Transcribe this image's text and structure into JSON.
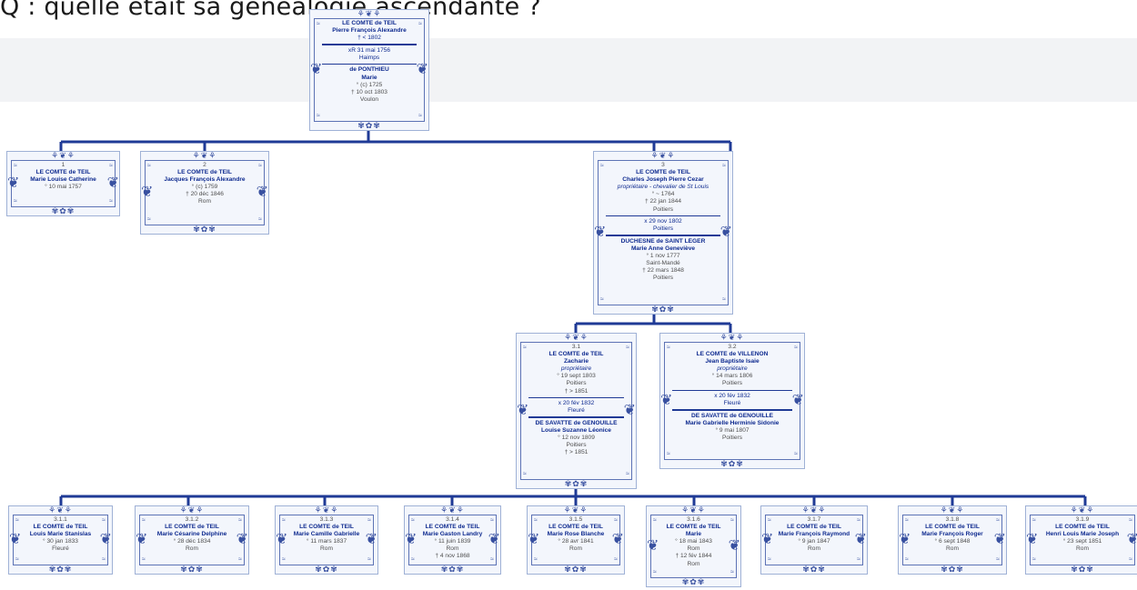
{
  "page": {
    "heading": "Q : quelle était sa généalogie ascendante ?"
  },
  "accent": "#1f3a96",
  "ornaments": {
    "top": "⚘❦⚘",
    "bottom": "✾✿✾",
    "side": "❦",
    "corner": "≈"
  },
  "root": {
    "surname": "LE COMTE de TEIL",
    "given": "Pierre François Alexandre",
    "death": "† < 1802",
    "marriage": [
      "xR 31 mai 1756",
      "Haimps"
    ],
    "spouse_surname": "de PONTHIEU",
    "spouse_given": "Marie",
    "spouse_details": [
      "° (c) 1725",
      "† 10 oct 1803",
      "Voulon"
    ]
  },
  "gen1": [
    {
      "num": "1",
      "surname": "LE COMTE de TEIL",
      "given": "Marie Louise Catherine",
      "details": [
        "° 10 mai 1757"
      ]
    },
    {
      "num": "2",
      "surname": "LE COMTE de TEIL",
      "given": "Jacques François Alexandre",
      "details": [
        "° (c) 1759",
        "† 20 déc 1846",
        "Rom"
      ]
    },
    {
      "num": "3",
      "surname": "LE COMTE de TEIL",
      "given": "Charles Joseph Pierre Cezar",
      "occupation": "propriétaire  - chevalier de St Louis",
      "details": [
        "° ~ 1764",
        "† 22 jan 1844",
        "Poitiers"
      ],
      "marriage": [
        "x 29 nov 1802",
        "Poitiers"
      ],
      "spouse_surname": "DUCHESNE de SAINT LÉGER",
      "spouse_given": "Marie Anne Geneviève",
      "spouse_details": [
        "° 1 nov 1777",
        "Saint-Mandé",
        "† 22 mars 1848",
        "Poitiers"
      ]
    }
  ],
  "gen2": [
    {
      "num": "3.1",
      "surname": "LE COMTE de TEIL",
      "given": "Zacharie",
      "occupation": "propriétaire",
      "details": [
        "° 19 sept 1803",
        "Poitiers",
        "† > 1851"
      ],
      "marriage": [
        "x 20 fév 1832",
        "Fleuré"
      ],
      "spouse_surname": "DE SAVATTE de GENOUILLÉ",
      "spouse_given": "Louise Suzanne Léonice",
      "spouse_details": [
        "° 12 nov 1809",
        "Poitiers",
        "† > 1851"
      ]
    },
    {
      "num": "3.2",
      "surname": "LE COMTE de VILLENON",
      "given": "Jean Baptiste Isaie",
      "occupation": "propriétaire",
      "details": [
        "° 14 mars 1806",
        "Poitiers"
      ],
      "marriage": [
        "x 20 fév 1832",
        "Fleuré"
      ],
      "spouse_surname": "DE SAVATTE de GENOUILLÉ",
      "spouse_given": "Marie Gabrielle Herminie Sidonie",
      "spouse_details": [
        "° 9 mai 1807",
        "Poitiers"
      ]
    }
  ],
  "gen3": [
    {
      "num": "3.1.1",
      "surname": "LE COMTE de TEIL",
      "given": "Louis Marie Stanislas",
      "details": [
        "° 30 jan 1833",
        "Fleuré"
      ]
    },
    {
      "num": "3.1.2",
      "surname": "LE COMTE de TEIL",
      "given": "Marie Césarine Delphine",
      "details": [
        "° 28 déc 1834",
        "Rom"
      ]
    },
    {
      "num": "3.1.3",
      "surname": "LE COMTE de TEIL",
      "given": "Marie Camille Gabrielle",
      "details": [
        "° 11 mars 1837",
        "Rom"
      ]
    },
    {
      "num": "3.1.4",
      "surname": "LE COMTE de TEIL",
      "given": "Marie Gaston Landry",
      "details": [
        "° 11 juin 1839",
        "Rom",
        "† 4 nov 1868"
      ]
    },
    {
      "num": "3.1.5",
      "surname": "LE COMTE de TEIL",
      "given": "Marie Rose Blanche",
      "details": [
        "° 28 avr 1841",
        "Rom"
      ]
    },
    {
      "num": "3.1.6",
      "surname": "LE COMTE de TEIL",
      "given": "Marie",
      "details": [
        "° 18 mai 1843",
        "Rom",
        "† 12 fév 1844",
        "Rom"
      ]
    },
    {
      "num": "3.1.7",
      "surname": "LE COMTE de TEIL",
      "given": "Marie François Raymond",
      "details": [
        "° 9 jan 1847",
        "Rom"
      ]
    },
    {
      "num": "3.1.8",
      "surname": "LE COMTE de TEIL",
      "given": "Marie François Roger",
      "details": [
        "° 6 sept 1848",
        "Rom"
      ]
    },
    {
      "num": "3.1.9",
      "surname": "LE COMTE de TEIL",
      "given": "Henri Louis Marie Joseph",
      "details": [
        "° 23 sept 1851",
        "Rom"
      ]
    }
  ]
}
